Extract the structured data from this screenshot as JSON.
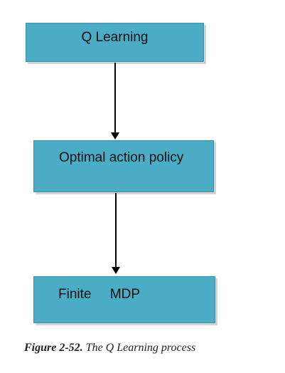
{
  "diagram": {
    "nodes": [
      {
        "label": "Q  Learning"
      },
      {
        "label": "Optimal action policy"
      },
      {
        "label": "Finite     MDP"
      }
    ],
    "colors": {
      "box_fill": "#4bacc6",
      "arrow": "#000000"
    }
  },
  "caption": {
    "number": "Figure 2-52.",
    "text": "The Q Learning process"
  }
}
